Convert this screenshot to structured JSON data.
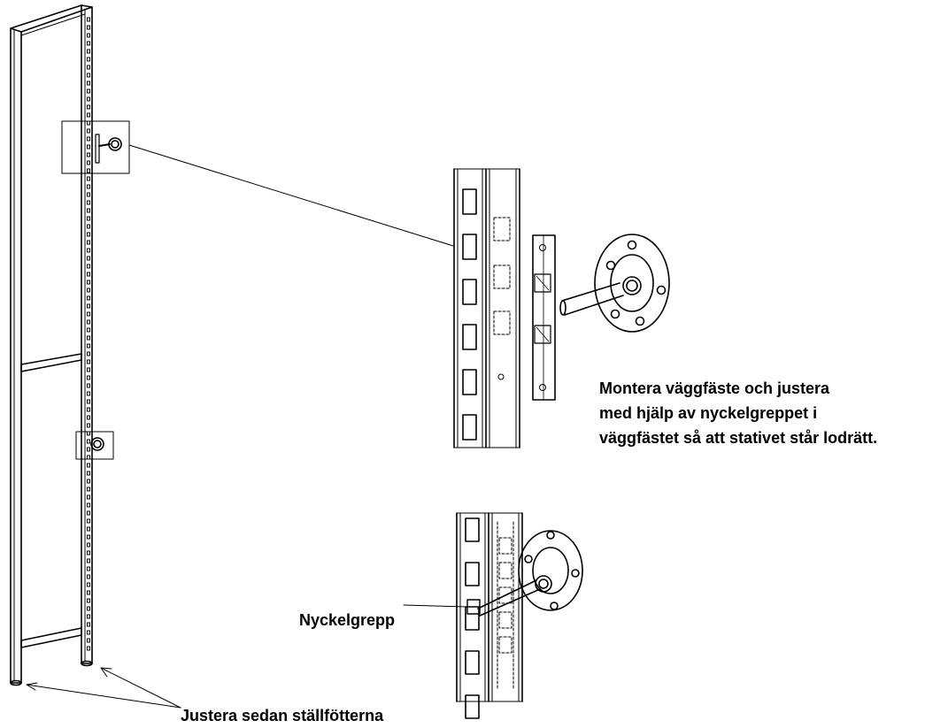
{
  "labels": {
    "instruction_lines": [
      "Montera väggfäste och justera",
      "med hjälp av nyckelgreppet i",
      "väggfästet så att stativet står lodrätt."
    ],
    "key_grip": "Nyckelgrepp",
    "feet": "Justera sedan ställfötterna"
  },
  "colors": {
    "line": "#000000",
    "background": "#ffffff"
  }
}
